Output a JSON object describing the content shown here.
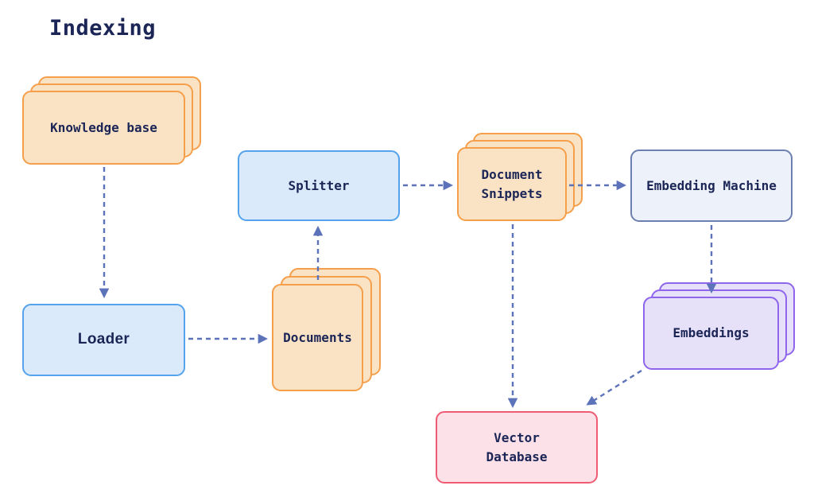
{
  "title": "Indexing",
  "diagram": {
    "nodes": {
      "knowledge_base": {
        "label": "Knowledge base",
        "shape": "stacked-cards",
        "theme": "orange"
      },
      "loader": {
        "label": "Loader",
        "shape": "box",
        "theme": "blue"
      },
      "documents": {
        "label": "Documents",
        "shape": "stacked-cards",
        "theme": "orange"
      },
      "splitter": {
        "label": "Splitter",
        "shape": "box",
        "theme": "blue"
      },
      "document_snippets": {
        "label": "Document\nSnippets",
        "shape": "stacked-cards",
        "theme": "orange"
      },
      "embedding_machine": {
        "label": "Embedding Machine",
        "shape": "box",
        "theme": "slate"
      },
      "embeddings": {
        "label": "Embeddings",
        "shape": "stacked-cards",
        "theme": "purple"
      },
      "vector_database": {
        "label": "Vector\nDatabase",
        "shape": "box",
        "theme": "pink"
      }
    },
    "edges": [
      {
        "from": "knowledge_base",
        "to": "loader",
        "style": "dashed-arrow"
      },
      {
        "from": "loader",
        "to": "documents",
        "style": "dashed-arrow"
      },
      {
        "from": "documents",
        "to": "splitter",
        "style": "dashed-arrow"
      },
      {
        "from": "splitter",
        "to": "document_snippets",
        "style": "dashed-arrow"
      },
      {
        "from": "document_snippets",
        "to": "embedding_machine",
        "style": "dashed-arrow"
      },
      {
        "from": "embedding_machine",
        "to": "embeddings",
        "style": "dashed-arrow"
      },
      {
        "from": "embeddings",
        "to": "vector_database",
        "style": "dashed-arrow"
      },
      {
        "from": "document_snippets",
        "to": "vector_database",
        "style": "dashed-arrow"
      }
    ],
    "colors": {
      "background": "#ffffff",
      "text": "#1b2556",
      "arrow": "#5c73ba",
      "orange_fill": "#fae3c5",
      "orange_border": "#f59f4b",
      "blue_fill": "#daeafa",
      "blue_border": "#54a3ec",
      "slate_fill": "#edf2fa",
      "slate_border": "#6d7fb0",
      "purple_fill": "#e6e0f8",
      "purple_border": "#8f65ec",
      "pink_fill": "#fce1e9",
      "pink_border": "#ee5b72"
    }
  }
}
